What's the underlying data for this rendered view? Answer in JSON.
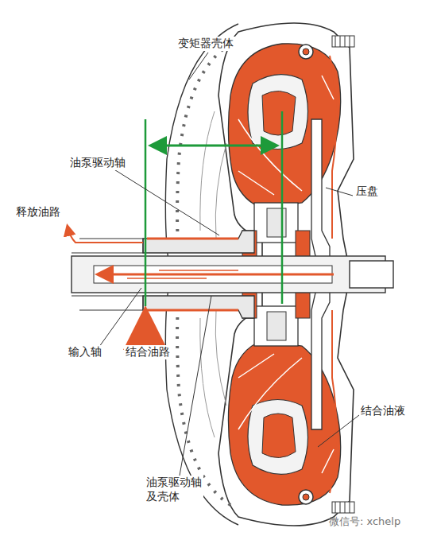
{
  "diagram": {
    "labels": [
      "变矩器壳体",
      "油泵驱动轴",
      "释放油路",
      "压盘",
      "输入轴",
      "结合油路",
      "结合油液",
      "油泵驱动轴及壳体",
      "微信号: xchelp"
    ]
  }
}
